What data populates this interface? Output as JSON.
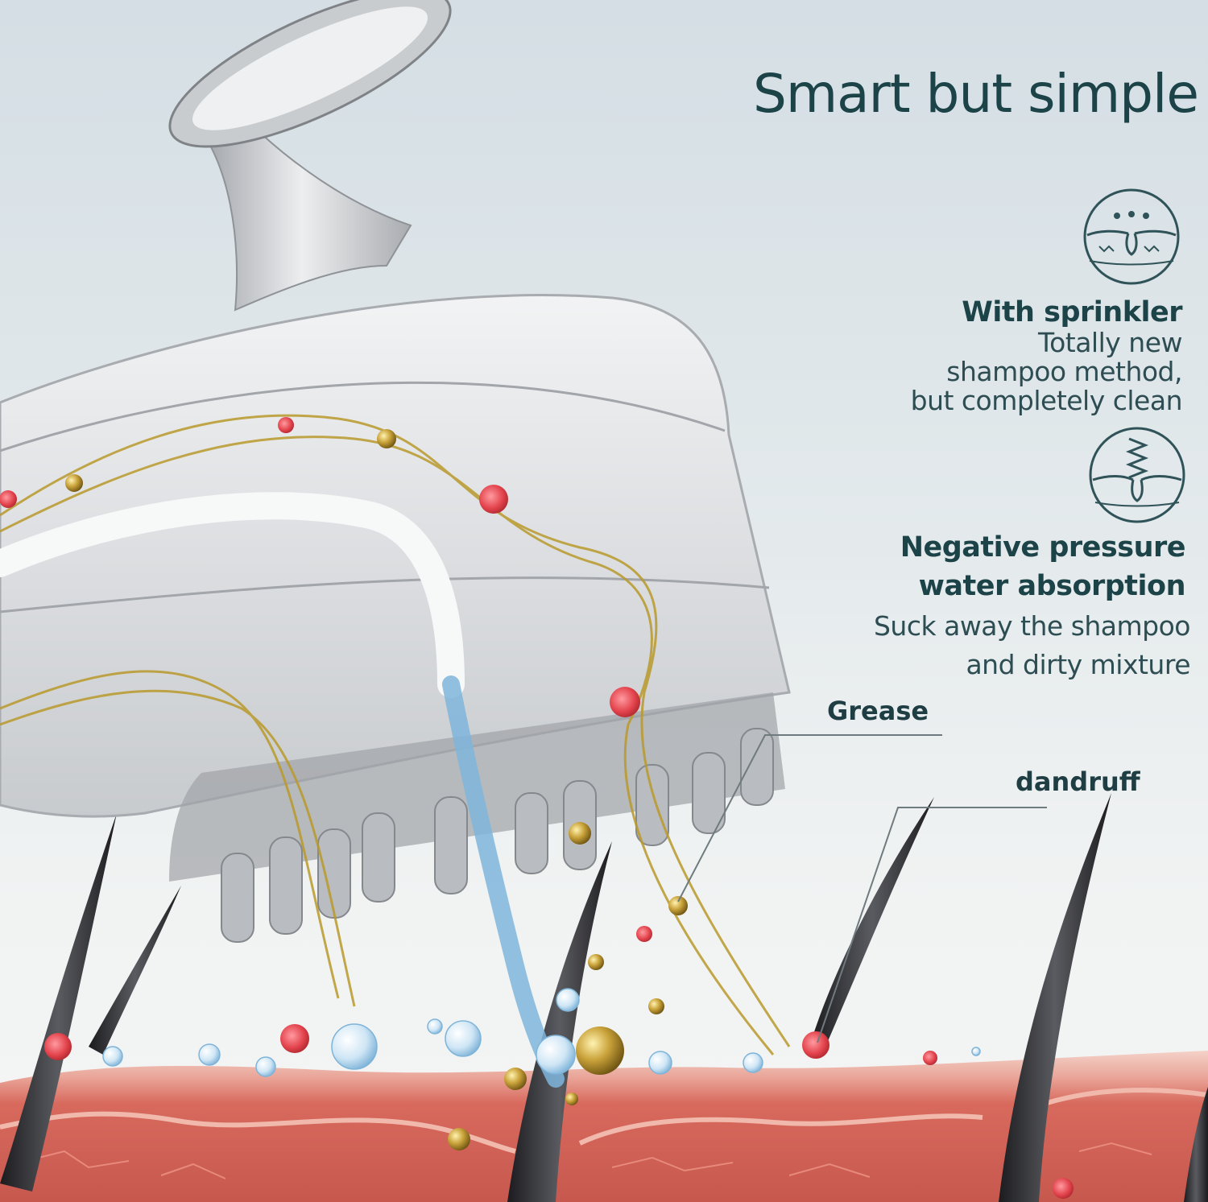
{
  "headline": "Smart but simple",
  "features": [
    {
      "icon": "sprinkler-icon",
      "title": "With sprinkler",
      "body_lines": [
        "Totally new",
        "shampoo method,",
        "but completely clean"
      ]
    },
    {
      "icon": "negative-pressure-icon",
      "title_lines": [
        "Negative pressure",
        "water absorption"
      ],
      "body_lines": [
        "Suck away the shampoo",
        "and dirty mixture"
      ]
    }
  ],
  "callouts": {
    "grease": "Grease",
    "dandruff": "dandruff"
  },
  "colors": {
    "text": "#1c4348",
    "icon_stroke": "#2f5358",
    "skin": "#d6665c",
    "hair": "#2b2b2e",
    "water": "#7fb5dc",
    "grease": "#b99a2c",
    "dandruff_particle": "#e04a52"
  }
}
